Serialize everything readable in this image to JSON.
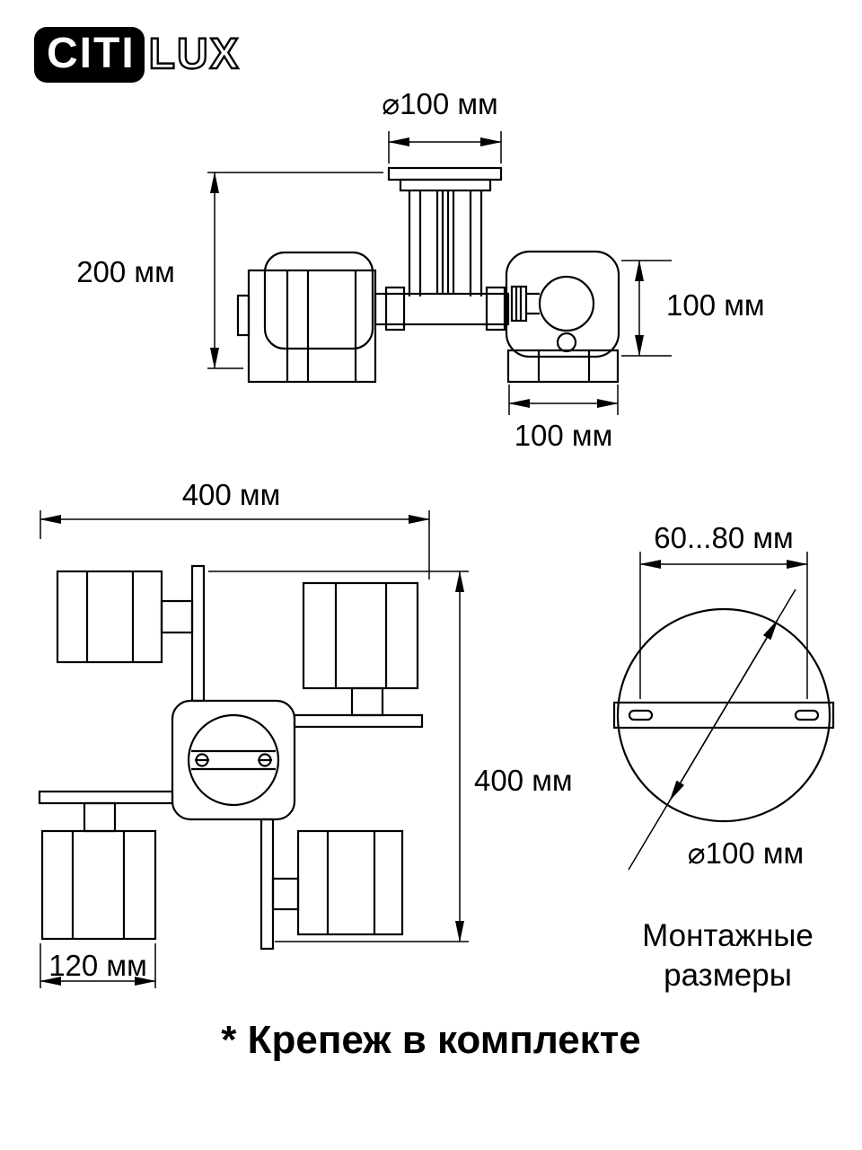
{
  "logo": {
    "citi": "CITI",
    "lux": "LUX"
  },
  "side_view": {
    "dim_top_diameter": "⌀100 мм",
    "dim_height": "200 мм",
    "dim_shade_height": "100 мм",
    "dim_shade_width": "100 мм"
  },
  "top_view": {
    "dim_width": "400 мм",
    "dim_depth": "400 мм",
    "dim_shade_width": "120 мм"
  },
  "mounting_view": {
    "dim_slot_spacing": "60...80 мм",
    "dim_plate_diameter": "⌀100 мм",
    "caption_line1": "Монтажные",
    "caption_line2": "размеры"
  },
  "footnote": "* Крепеж в комплекте"
}
